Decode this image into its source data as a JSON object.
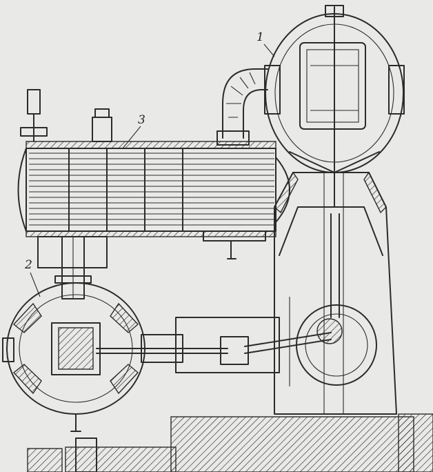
{
  "labels": {
    "part_1": "1",
    "part_2": "2",
    "part_3": "3"
  },
  "colors": {
    "background": "#e9e9e7",
    "ink": "#2b2b2b"
  }
}
